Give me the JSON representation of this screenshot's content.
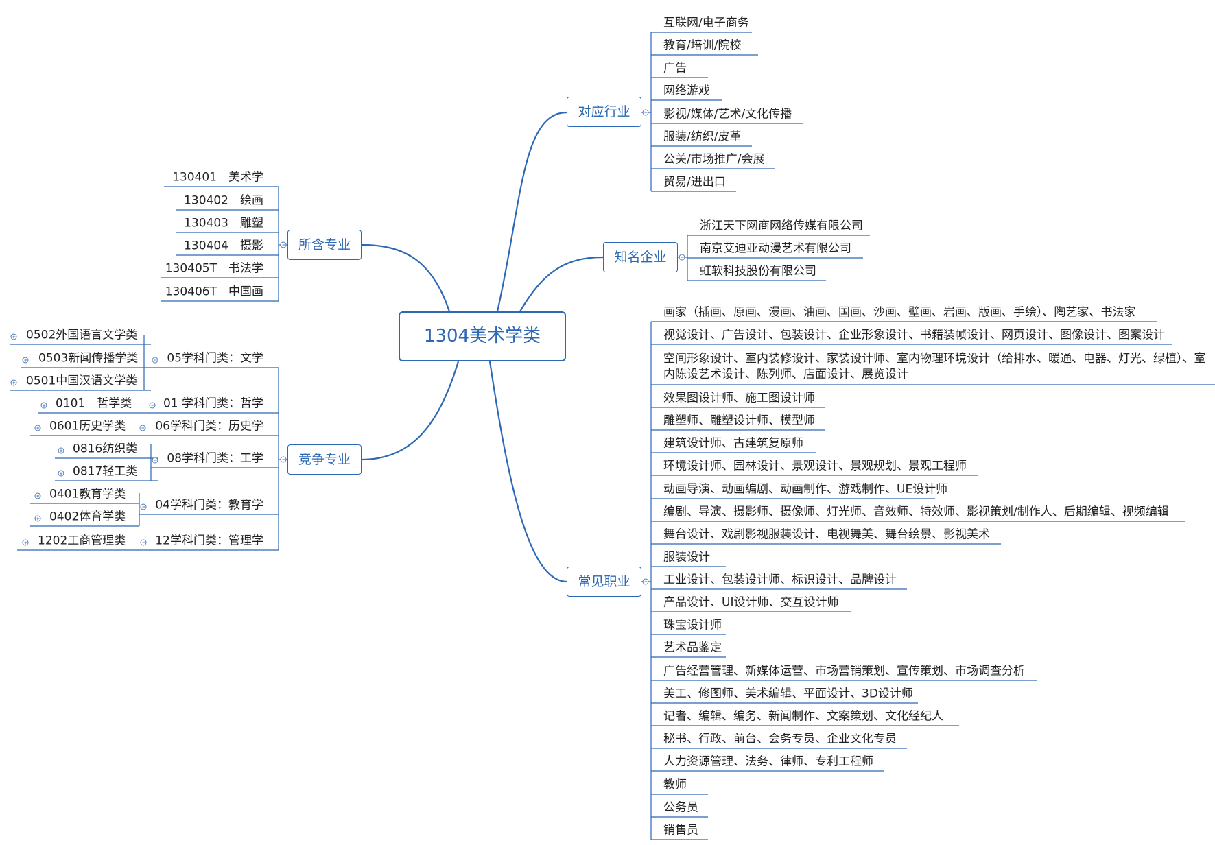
{
  "root": {
    "label": "1304美术学类"
  },
  "industries": {
    "label": "对应行业",
    "items": [
      "互联网/电子商务",
      "教育/培训/院校",
      "广告",
      "网络游戏",
      "影视/媒体/艺术/文化传播",
      "服装/纺织/皮革",
      "公关/市场推广/会展",
      "贸易/进出口"
    ]
  },
  "companies": {
    "label": "知名企业",
    "items": [
      "浙江天下网商网络传媒有限公司",
      "南京艾迪亚动漫艺术有限公司",
      "虹软科技股份有限公司"
    ]
  },
  "careers": {
    "label": "常见职业",
    "items": [
      "画家（插画、原画、漫画、油画、国画、沙画、壁画、岩画、版画、手绘）、陶艺家、书法家",
      "视觉设计、广告设计、包装设计、企业形象设计、书籍装帧设计、网页设计、图像设计、图案设计",
      "空间形象设计、室内装修设计、家装设计师、室内物理环境设计（给排水、暖通、电器、灯光、绿植）、室内陈设艺术设计、陈列师、店面设计、展览设计",
      "效果图设计师、施工图设计师",
      "雕塑师、雕塑设计师、模型师",
      "建筑设计师、古建筑复原师",
      "环境设计师、园林设计、景观设计、景观规划、景观工程师",
      "动画导演、动画编剧、动画制作、游戏制作、UE设计师",
      "编剧、导演、摄影师、摄像师、灯光师、音效师、特效师、影视策划/制作人、后期编辑、视频编辑",
      "舞台设计、戏剧影视服装设计、电视舞美、舞台绘景、影视美术",
      "服装设计",
      "工业设计、包装设计师、标识设计、品牌设计",
      "产品设计、UI设计师、交互设计师",
      "珠宝设计师",
      "艺术品鉴定",
      "广告经营管理、新媒体运营、市场营销策划、宣传策划、市场调查分析",
      "美工、修图师、美术编辑、平面设计、3D设计师",
      "记者、编辑、编务、新闻制作、文案策划、文化经纪人",
      "秘书、行政、前台、会务专员、企业文化专员",
      "人力资源管理、法务、律师、专利工程师",
      "教师",
      "公务员",
      "销售员"
    ]
  },
  "majors": {
    "label": "所含专业",
    "items": [
      "130401　美术学",
      "130402　绘画",
      "130403　雕塑",
      "130404　摄影",
      "130405T　书法学",
      "130406T　中国画"
    ]
  },
  "competitors": {
    "label": "竞争专业",
    "groups": [
      {
        "label": "05学科门类：文学",
        "items": [
          "0502外国语言文学类",
          "0503新闻传播学类",
          "0501中国汉语文学类"
        ]
      },
      {
        "label": "01 学科门类：哲学",
        "items": [
          "0101　哲学类"
        ]
      },
      {
        "label": "06学科门类：历史学",
        "items": [
          "0601历史学类"
        ]
      },
      {
        "label": "08学科门类：工学",
        "items": [
          "0816纺织类",
          "0817轻工类"
        ]
      },
      {
        "label": "04学科门类：教育学",
        "items": [
          "0401教育学类",
          "0402体育学类"
        ]
      },
      {
        "label": "12学科门类：管理学",
        "items": [
          "1202工商管理类"
        ]
      }
    ]
  },
  "colors": {
    "accent": "#2c68b5",
    "text": "#222222",
    "line": "#2c68b5"
  }
}
